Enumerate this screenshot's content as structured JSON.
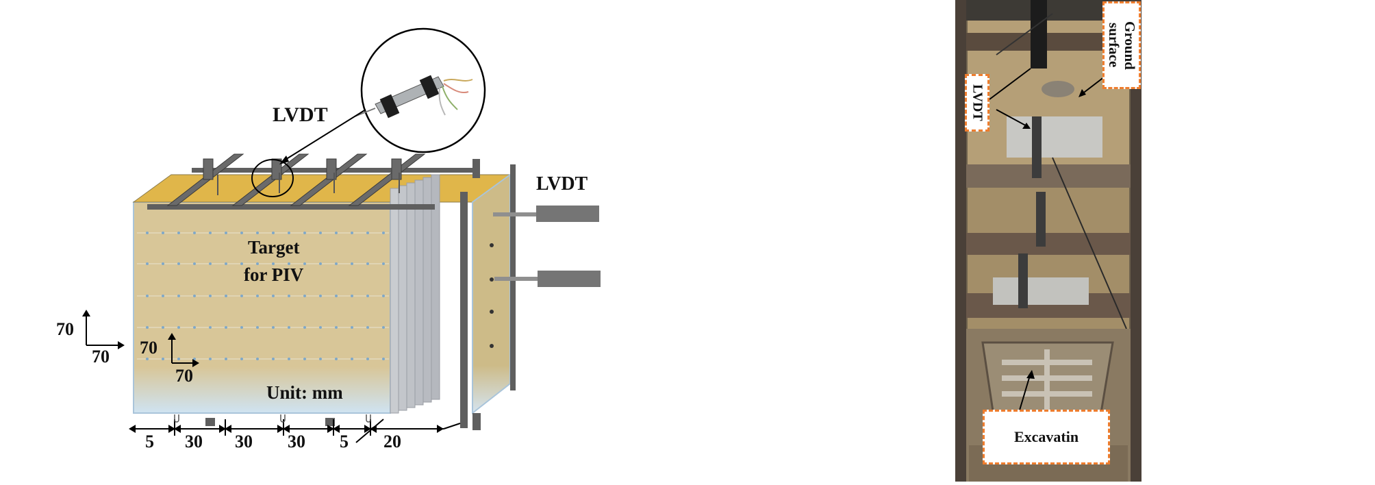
{
  "diagram": {
    "lvdt_top_label": "LVDT",
    "lvdt_side_label": "LVDT",
    "target_line1": "Target",
    "target_line2": "for PIV",
    "unit_label": "Unit: mm",
    "grid_outer_v": "70",
    "grid_outer_h": "70",
    "grid_inner_v": "70",
    "grid_inner_h": "70",
    "dim_1": "5",
    "dim_2": "30",
    "dim_3": "30",
    "dim_4": "30",
    "dim_5": "5",
    "dim_6": "20"
  },
  "photo": {
    "ground_label": "Ground surface",
    "lvdt_label": "LVDT",
    "excavation_label": "Excavatin"
  },
  "colors": {
    "soil": "#d8c698",
    "soil_top": "#e0b64a",
    "frame": "#5f5f5f",
    "tag_border": "#ee7d2e"
  }
}
